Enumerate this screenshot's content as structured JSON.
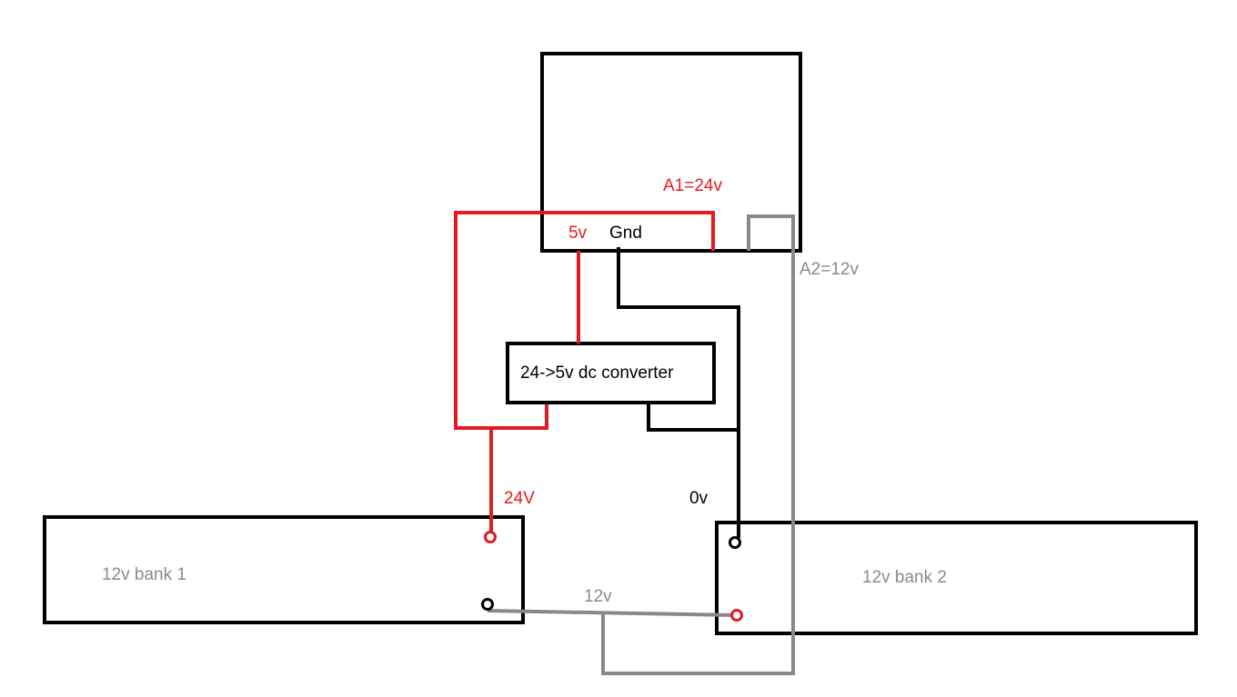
{
  "colors": {
    "black": "#000000",
    "red": "#e21b23",
    "gray": "#888888",
    "label_gray": "#8a8a8a"
  },
  "labels": {
    "a1": "A1=24v",
    "a2": "A2=12v",
    "five_v": "5v",
    "gnd": "Gnd",
    "converter": "24->5v dc converter",
    "v24": "24V",
    "v0": "0v",
    "v12": "12v",
    "bank1": "12v bank 1",
    "bank2": "12v bank 2"
  }
}
